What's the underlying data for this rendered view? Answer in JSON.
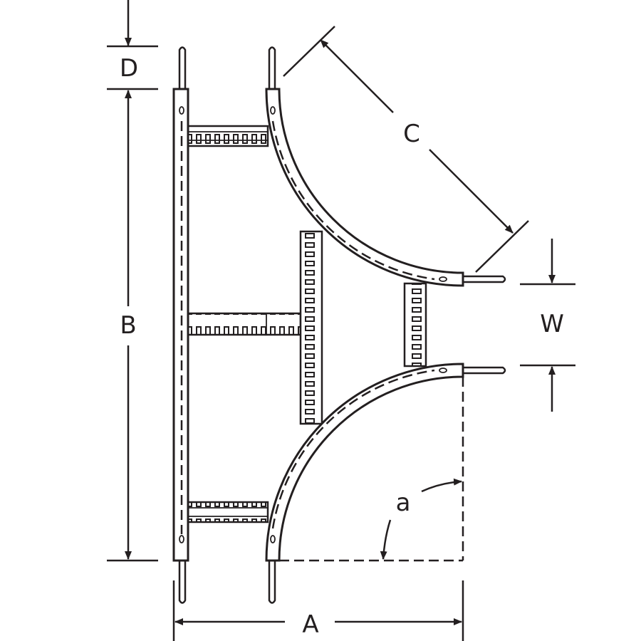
{
  "diagram": {
    "labels": {
      "A": "A",
      "B": "B",
      "C": "C",
      "D": "D",
      "W": "W",
      "angle": "a"
    },
    "line_color": "#231f20"
  }
}
